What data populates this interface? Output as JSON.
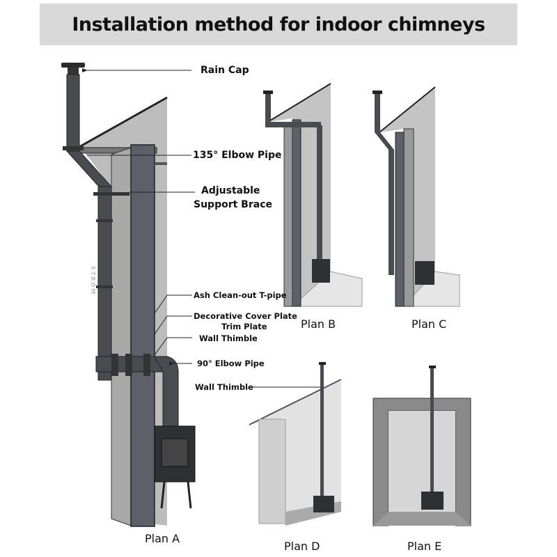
{
  "title": "Installation method for indoor chimneys",
  "labels": {
    "rain_cap": "Rain Cap",
    "elbow_135": "135° Elbow Pipe",
    "support_brace_1": "Adjustable",
    "support_brace_2": "Support Brace",
    "ash_tpipe": "Ash Clean-out T-pipe",
    "cover_plate_1": "Decorative Cover Plate",
    "cover_plate_2": "Trim Plate",
    "wall_thimble_a": "Wall Thimble",
    "elbow_90": "90° Elbow Pipe",
    "wall_thimble_d": "Wall Thimble",
    "pipe_brand": "STROM"
  },
  "plans": {
    "a": "Plan A",
    "b": "Plan B",
    "c": "Plan C",
    "d": "Plan D",
    "e": "Plan E"
  }
}
